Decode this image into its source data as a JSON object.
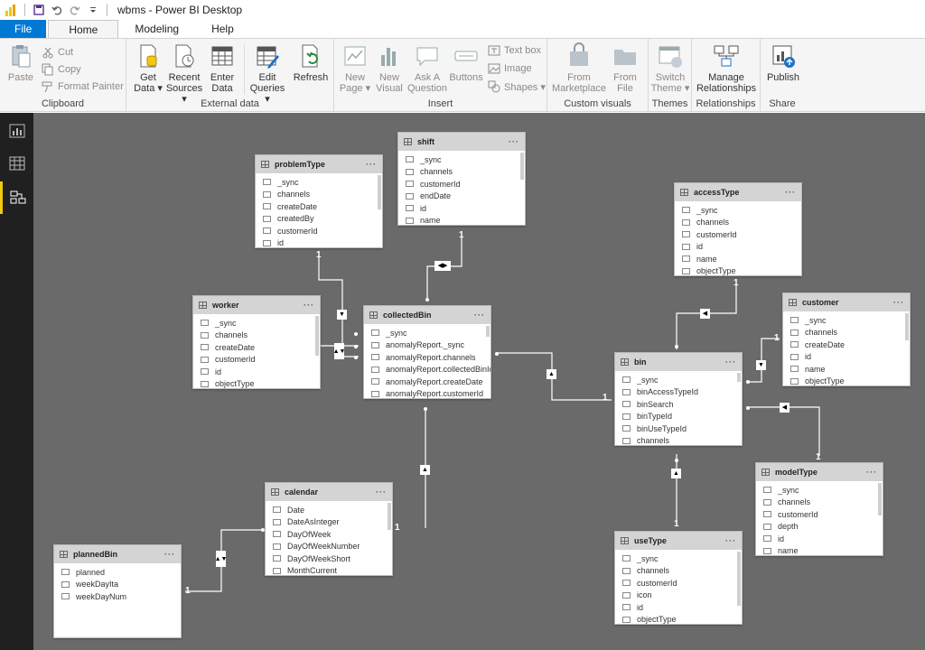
{
  "window": {
    "title": "wbms - Power BI Desktop"
  },
  "tabs": [
    {
      "label": "File"
    },
    {
      "label": "Home"
    },
    {
      "label": "Modeling"
    },
    {
      "label": "Help"
    }
  ],
  "ribbon": {
    "clipboard": {
      "label": "Clipboard",
      "paste": "Paste",
      "cut": "Cut",
      "copy": "Copy",
      "format_painter": "Format Painter"
    },
    "external": {
      "label": "External data",
      "get1": "Get",
      "get2": "Data ▾",
      "recent1": "Recent",
      "recent2": "Sources ▾",
      "enter1": "Enter",
      "enter2": "Data",
      "edit1": "Edit",
      "edit2": "Queries ▾",
      "refresh": "Refresh"
    },
    "insert": {
      "label": "Insert",
      "newpage1": "New",
      "newpage2": "Page ▾",
      "newvisual1": "New",
      "newvisual2": "Visual",
      "ask1": "Ask A",
      "ask2": "Question",
      "buttons": "Buttons",
      "textbox": "Text box",
      "image": "Image",
      "shapes": "Shapes ▾"
    },
    "custom": {
      "label": "Custom visuals",
      "market1": "From",
      "market2": "Marketplace",
      "file1": "From",
      "file2": "File"
    },
    "themes": {
      "label": "Themes",
      "switch1": "Switch",
      "switch2": "Theme ▾"
    },
    "relationships": {
      "label": "Relationships",
      "manage1": "Manage",
      "manage2": "Relationships"
    },
    "share": {
      "label": "Share",
      "publish": "Publish"
    }
  },
  "tables": {
    "problemType": {
      "name": "problemType",
      "fields": [
        "_sync",
        "channels",
        "createDate",
        "createdBy",
        "customerId",
        "id"
      ]
    },
    "shift": {
      "name": "shift",
      "fields": [
        "_sync",
        "channels",
        "customerId",
        "endDate",
        "id",
        "name"
      ]
    },
    "accessType": {
      "name": "accessType",
      "fields": [
        "_sync",
        "channels",
        "customerId",
        "id",
        "name",
        "objectType"
      ]
    },
    "worker": {
      "name": "worker",
      "fields": [
        "_sync",
        "channels",
        "createDate",
        "customerId",
        "id",
        "objectType"
      ]
    },
    "collectedBin": {
      "name": "collectedBin",
      "fields": [
        "_sync",
        "anomalyReport._sync",
        "anomalyReport.channels",
        "anomalyReport.collectedBinId",
        "anomalyReport.createDate",
        "anomalyReport.customerId"
      ]
    },
    "customer": {
      "name": "customer",
      "fields": [
        "_sync",
        "channels",
        "createDate",
        "id",
        "name",
        "objectType"
      ]
    },
    "bin": {
      "name": "bin",
      "fields": [
        "_sync",
        "binAccessTypeId",
        "binSearch",
        "binTypeId",
        "binUseTypeId",
        "channels"
      ]
    },
    "calendar": {
      "name": "calendar",
      "fields": [
        "Date",
        "DateAsInteger",
        "DayOfWeek",
        "DayOfWeekNumber",
        "DayOfWeekShort",
        "MonthCurrent"
      ]
    },
    "modelType": {
      "name": "modelType",
      "fields": [
        "_sync",
        "channels",
        "customerId",
        "depth",
        "id",
        "name"
      ]
    },
    "plannedBin": {
      "name": "plannedBin",
      "fields": [
        "planned",
        "weekDayIta",
        "weekDayNum"
      ]
    },
    "useType": {
      "name": "useType",
      "fields": [
        "_sync",
        "channels",
        "customerId",
        "icon",
        "id",
        "objectType"
      ]
    }
  },
  "relationships": {
    "one": "1",
    "arrow_up": "▲",
    "arrow_down": "▼",
    "arrow_left": "◀",
    "arrow_both_h": "◀▶",
    "arrow_both_v": "▲▼"
  }
}
